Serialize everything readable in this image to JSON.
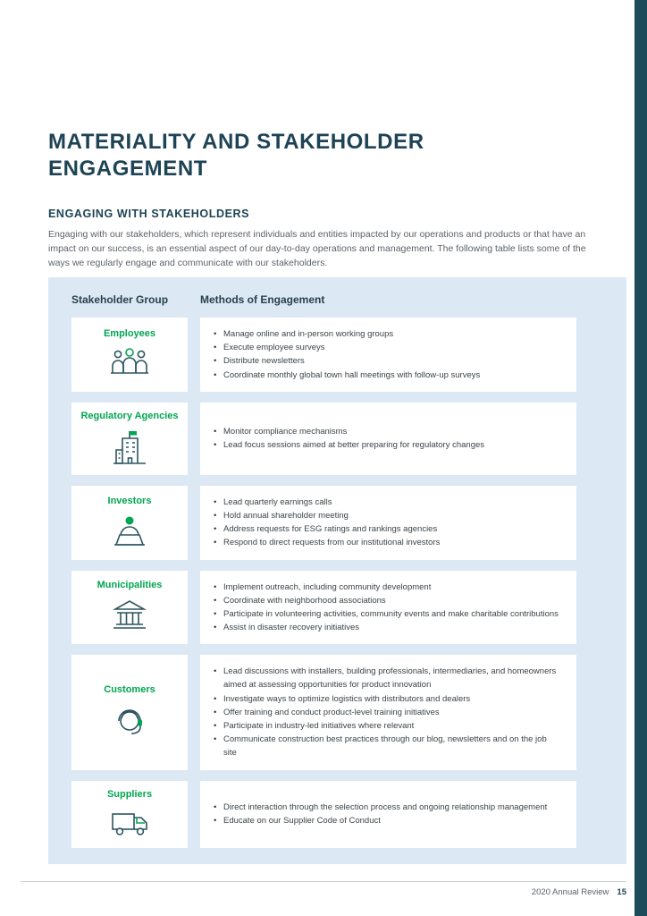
{
  "page": {
    "title": "MATERIALITY AND STAKEHOLDER ENGAGEMENT",
    "section_heading": "ENGAGING WITH STAKEHOLDERS",
    "intro": "Engaging with our stakeholders, which represent individuals and entities impacted by our operations and products or that have an impact on our success, is an essential aspect of our day-to-day operations and management. The following table lists some of the ways we regularly engage and communicate with our stakeholders.",
    "footer": {
      "label": "2020 Annual Review",
      "page_number": "15"
    }
  },
  "table": {
    "col1_header": "Stakeholder Group",
    "col2_header": "Methods of Engagement",
    "rows": [
      {
        "group": "Employees",
        "icon": "people-icon",
        "methods": [
          "Manage online and in-person working groups",
          "Execute employee surveys",
          "Distribute newsletters",
          "Coordinate monthly global town hall meetings with follow-up surveys"
        ]
      },
      {
        "group": "Regulatory Agencies",
        "icon": "government-building-icon",
        "methods": [
          "Monitor compliance mechanisms",
          "Lead focus sessions aimed at better preparing for regulatory changes"
        ]
      },
      {
        "group": "Investors",
        "icon": "person-laptop-icon",
        "methods": [
          "Lead quarterly earnings calls",
          "Hold annual shareholder meeting",
          "Address requests for ESG ratings and rankings agencies",
          "Respond to direct requests from our institutional investors"
        ]
      },
      {
        "group": "Municipalities",
        "icon": "bank-columns-icon",
        "methods": [
          "Implement outreach, including community development",
          "Coordinate with neighborhood associations",
          "Participate in volunteering activities, community events and make charitable contributions",
          "Assist in disaster recovery initiatives"
        ]
      },
      {
        "group": "Customers",
        "icon": "headset-person-icon",
        "methods": [
          "Lead discussions with installers, building professionals, intermediaries, and homeowners aimed at assessing opportunities for product innovation",
          "Investigate ways to optimize logistics with distributors and dealers",
          "Offer training and conduct product-level training initiatives",
          "Participate in industry-led initiatives where relevant",
          "Communicate construction best practices through our blog, newsletters and on the job site"
        ]
      },
      {
        "group": "Suppliers",
        "icon": "truck-icon",
        "methods": [
          "Direct interaction through the selection process and ongoing relationship management",
          "Educate on our Supplier Code of Conduct"
        ]
      }
    ]
  },
  "colors": {
    "accent_teal": "#1d4b59",
    "heading_teal": "#1d4355",
    "green": "#00a651",
    "panel_blue": "#dce9f4"
  }
}
